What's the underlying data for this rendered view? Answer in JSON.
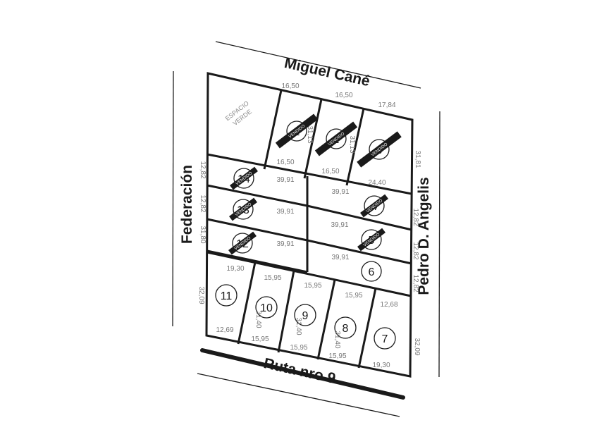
{
  "streets": {
    "north": "Miguel Cané",
    "west": "Federación",
    "east": "Pedro D. Angelis",
    "south": "Ruta nro 9"
  },
  "green_space": [
    "ESPACIO",
    "VERDE"
  ],
  "sold_label": "VENDIDO",
  "lots": [
    {
      "number": "1",
      "sold": true
    },
    {
      "number": "2",
      "sold": true
    },
    {
      "number": "3",
      "sold": true
    },
    {
      "number": "4",
      "sold": true
    },
    {
      "number": "5",
      "sold": true
    },
    {
      "number": "6",
      "sold": false
    },
    {
      "number": "7",
      "sold": false
    },
    {
      "number": "8",
      "sold": false
    },
    {
      "number": "9",
      "sold": false
    },
    {
      "number": "10",
      "sold": false
    },
    {
      "number": "11",
      "sold": false
    },
    {
      "number": "12",
      "sold": true
    },
    {
      "number": "13",
      "sold": true
    },
    {
      "number": "14",
      "sold": true
    }
  ],
  "measurements": {
    "top_lot1": "16,50",
    "top_lot2": "16,50",
    "top_lot3": "17,84",
    "depth_lot1": "31,13",
    "depth_lot2": "31,13",
    "right_lot3": "31,81",
    "bottom_lot1": "16,50",
    "bottom_lot2": "16,50",
    "bottom_lot3": "24,40",
    "width_lot14": "39,91",
    "width_lot13": "39,91",
    "width_lot12": "39,91",
    "width_lot4": "39,91",
    "width_lot5": "39,91",
    "width_lot6": "39,91",
    "left_row1": "12,82",
    "left_row2": "12,82",
    "left_total": "31,80",
    "right_row2": "12,82",
    "right_row3": "12,82",
    "right_row4": "12,82",
    "top_lot11": "19,30",
    "left_lot11": "32,09",
    "bottom_lot11": "12,69",
    "top_lot10": "15,95",
    "depth_lot10": "31,40",
    "bottom_lot10": "15,95",
    "top_lot9": "15,95",
    "depth_lot9": "31,40",
    "bottom_lot9": "15,95",
    "top_lot8": "15,95",
    "depth_lot8": "31,40",
    "bottom_lot8": "15,95",
    "top_lot7": "12,68",
    "right_lot7": "32,09",
    "bottom_lot7": "19,30"
  }
}
